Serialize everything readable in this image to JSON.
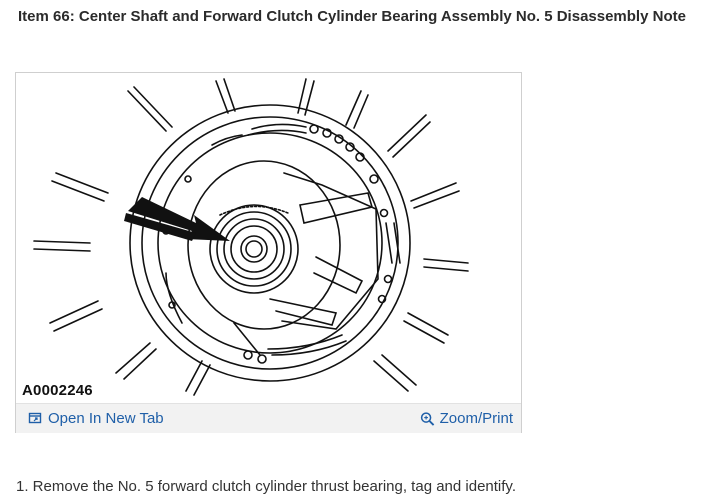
{
  "header": {
    "title": "Item 66: Center Shaft and Forward Clutch Cylinder Bearing Assembly No. 5 Disassembly Note"
  },
  "figure": {
    "id_label": "A0002246",
    "open_tab_label": "Open In New Tab",
    "zoom_label": "Zoom/Print",
    "link_color": "#1f5fa8"
  },
  "instructions": {
    "step1": "1. Remove the No. 5 forward clutch cylinder thrust bearing, tag and identify."
  }
}
